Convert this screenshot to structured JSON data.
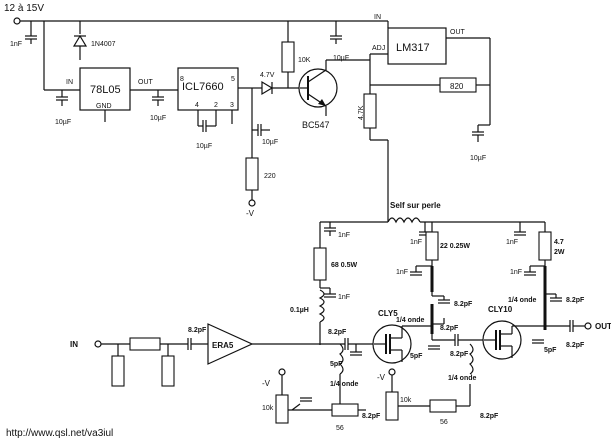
{
  "header": {
    "supply": "12 à 15V"
  },
  "footer": {
    "url": "http://www.qsl.net/va3iul"
  },
  "chips": {
    "reg5": "78L05",
    "reg5_in": "IN",
    "reg5_out": "OUT",
    "reg5_gnd": "GND",
    "inv": "ICL7660",
    "inv_p8": "8",
    "inv_p5": "5",
    "inv_p4": "4",
    "inv_p2": "2",
    "inv_p3": "3",
    "lm317": "LM317",
    "lm_in": "IN",
    "lm_out": "OUT",
    "lm_adj": "ADJ",
    "era": "ERA5"
  },
  "parts": {
    "c_1nf_in": "1nF",
    "diode": "1N4007",
    "c_10uf_a": "10µF",
    "c_10uf_b": "10µF",
    "c_10uf_pump": "10µF",
    "c_10uf_neg": "10µF",
    "zener": "4.7V",
    "r10k": "10K",
    "c_10uf_top": "10µF",
    "transistor": "BC547",
    "r4k7": "4.7K",
    "r820": "820",
    "c_10uf_out": "10µF",
    "r220": "220",
    "neg_v": "-V",
    "self": "Self sur perle",
    "c_1nf_1": "1nF",
    "c_1nf_2": "1nF",
    "c_1nf_3": "1nF",
    "c_1nf_4": "1nF",
    "c_1nf_5": "1nF",
    "c_1nf_6": "1nF",
    "r68": "68 0.5W",
    "l01": "0.1µH",
    "r22": "22 0.25W",
    "r47": "4.7",
    "r47w": "2W",
    "q1": "CLY5",
    "q2": "CLY10",
    "c_82_in": "8.2pF",
    "c_82_a": "8.2pF",
    "c_82_b": "8.2pF",
    "c_82_c": "8.2pF",
    "c_82_d": "8.2pF",
    "c_82_e": "8.2pF",
    "c_82_f": "8.2pF",
    "c_82_g": "8.2pF",
    "c_5pf_a": "5pF",
    "c_5pf_b": "5pF",
    "c_5pf_c": "5pF",
    "qw1": "1/4 onde",
    "qw2": "1/4 onde",
    "qw3": "1/4 onde",
    "qw4": "1/4 onde",
    "pot1": "10k",
    "pot2": "10k",
    "r56a": "56",
    "r56b": "56",
    "negv1": "-V",
    "negv2": "-V",
    "in_label": "IN",
    "out_label": "OUT"
  }
}
